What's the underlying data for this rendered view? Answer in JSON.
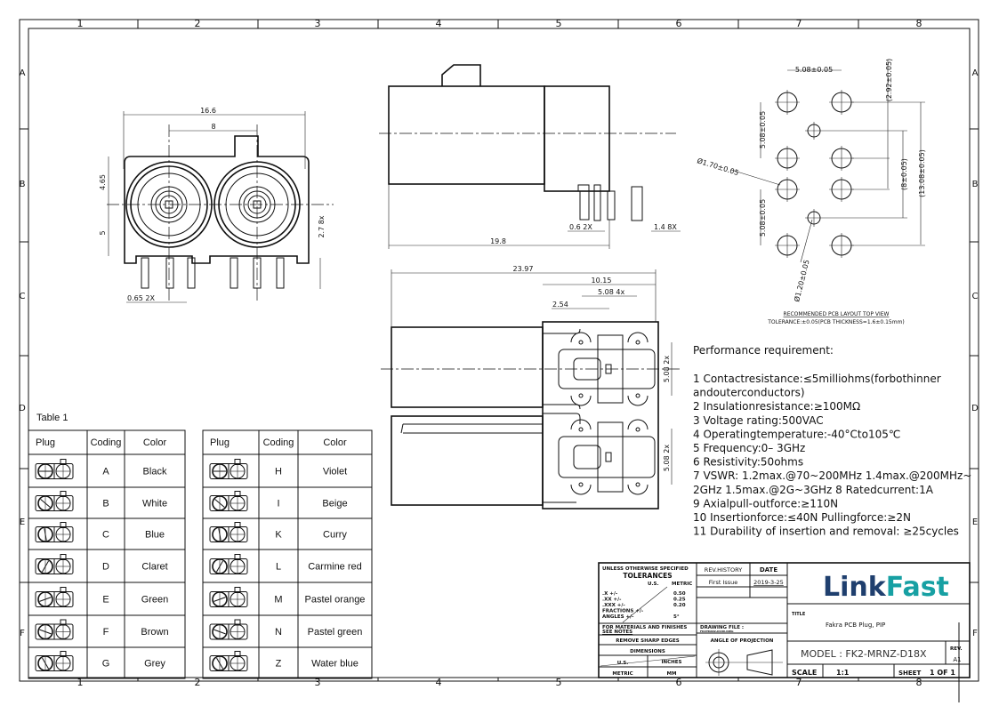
{
  "frame": {
    "columns": [
      "1",
      "2",
      "3",
      "4",
      "5",
      "6",
      "7",
      "8"
    ],
    "rows": [
      "A",
      "B",
      "C",
      "D",
      "E",
      "F"
    ]
  },
  "front_view": {
    "dims": {
      "width": "16.6",
      "pitch": "8",
      "upper": "4.65",
      "lower": "5",
      "pin_len": "2.7 8x",
      "pin_w": "0.65 2X"
    }
  },
  "side_view": {
    "dims": {
      "length": "19.8",
      "pin_a": "0.6 2X",
      "pin_b": "1.4 8X"
    }
  },
  "bottom_view": {
    "dims": {
      "length": "23.97",
      "body": "10.15",
      "pitch4": "5.08 4x",
      "offset": "2.54",
      "pitch2a": "5.08 2x",
      "pitch2b": "5.08 2x"
    }
  },
  "pcb_layout": {
    "dims": {
      "h_pitch": "5.08±0.05",
      "v_pitch_top": "5.08±0.05",
      "v_pitch_bottom": "5.08±0.05",
      "d_big": "Ø1.70±0.05",
      "d_small": "Ø1.20±0.05",
      "offset": "(2.92±0.05)",
      "inner": "(8±0.05)",
      "outer": "(13.08±0.05)"
    },
    "title": "RECOMMENDED PCB LAYOUT TOP VIEW",
    "tolerance": "TOLERANCE:±0.05(PCB THICKNESS=1.6±0.15mm)"
  },
  "performance": {
    "heading": "Performance requirement:",
    "lines": [
      "1 Contactresistance:≤5milliohms(forbothinner",
      "andouterconductors)",
      "2 Insulationresistance:≥100MΩ",
      "3 Voltage rating:500VAC",
      "4 Operatingtemperature:-40°Cto105℃",
      "5 Frequency:0– 3GHz",
      "6 Resistivity:50ohms",
      "7 VSWR: 1.2max.@70~200MHz 1.4max.@200MHz~",
      "2GHz 1.5max.@2G~3GHz 8 Ratedcurrent:1A",
      "9 Axialpull-outforce:≥110N",
      "10 Insertionforce:≤40N Pullingforce:≥2N",
      "11 Durability of insertion and removal: ≥25cycles"
    ]
  },
  "table": {
    "caption": "Table 1",
    "headers": [
      "Plug",
      "Coding",
      "Color"
    ],
    "left": [
      {
        "coding": "A",
        "color": "Black"
      },
      {
        "coding": "B",
        "color": "White"
      },
      {
        "coding": "C",
        "color": "Blue"
      },
      {
        "coding": "D",
        "color": "Claret"
      },
      {
        "coding": "E",
        "color": "Green"
      },
      {
        "coding": "F",
        "color": "Brown"
      },
      {
        "coding": "G",
        "color": "Grey"
      }
    ],
    "right": [
      {
        "coding": "H",
        "color": "Violet"
      },
      {
        "coding": "I",
        "color": "Beige"
      },
      {
        "coding": "K",
        "color": "Curry"
      },
      {
        "coding": "L",
        "color": "Carmine red"
      },
      {
        "coding": "M",
        "color": "Pastel orange"
      },
      {
        "coding": "N",
        "color": "Pastel green"
      },
      {
        "coding": "Z",
        "color": "Water blue"
      }
    ]
  },
  "title_block": {
    "unless": "UNLESS OTHERWISE SPECIFIED",
    "tolerances": "TOLERANCES",
    "us": "U.S.",
    "metric": "METRIC",
    "tol_rows": [
      {
        "label": ".X      +/-",
        "value": "0.50"
      },
      {
        "label": ".XX    +/-",
        "value": "0.25"
      },
      {
        "label": ".XXX  +/-",
        "value": "0.20"
      },
      {
        "label": "FRACTIONS +/-",
        "value": ""
      },
      {
        "label": "ANGLES +/-",
        "value": "5°"
      }
    ],
    "materials": "FOR MATERIALS AND FINISHES",
    "see_notes": "SEE NOTES",
    "remove_edges": "REMOVE SHARP EDGES",
    "dimensions": "DIMENSIONS",
    "dim_us": "U.S.",
    "dim_inches": "INCHES",
    "dim_metric": "METRIC",
    "dim_mm": "MM",
    "rev_history": "REV.HISTORY",
    "date_label": "DATE",
    "rev_entry": "First Issue",
    "rev_date": "2019-3-25",
    "drawing_file": "DRAWING FILE :",
    "drawing_file_value": "FK2PRAN2-D18X.DWG",
    "projection": "ANGLE OF PROJECTION",
    "logo_link": "Link",
    "logo_fast": "Fast",
    "title_label": "TITLE",
    "title_value": "Fakra  PCB  Plug,  PIP",
    "model": "MODEL : FK2-MRNZ-D18X",
    "rev_label": "REV.",
    "rev_value": "A1",
    "scale_label": "SCALE",
    "scale_value": "1:1",
    "sheet_label": "SHEET",
    "sheet_value": "1  OF  1",
    "colors": {
      "logo_dark": "#1f3f6e",
      "logo_teal": "#17a0a3"
    }
  }
}
